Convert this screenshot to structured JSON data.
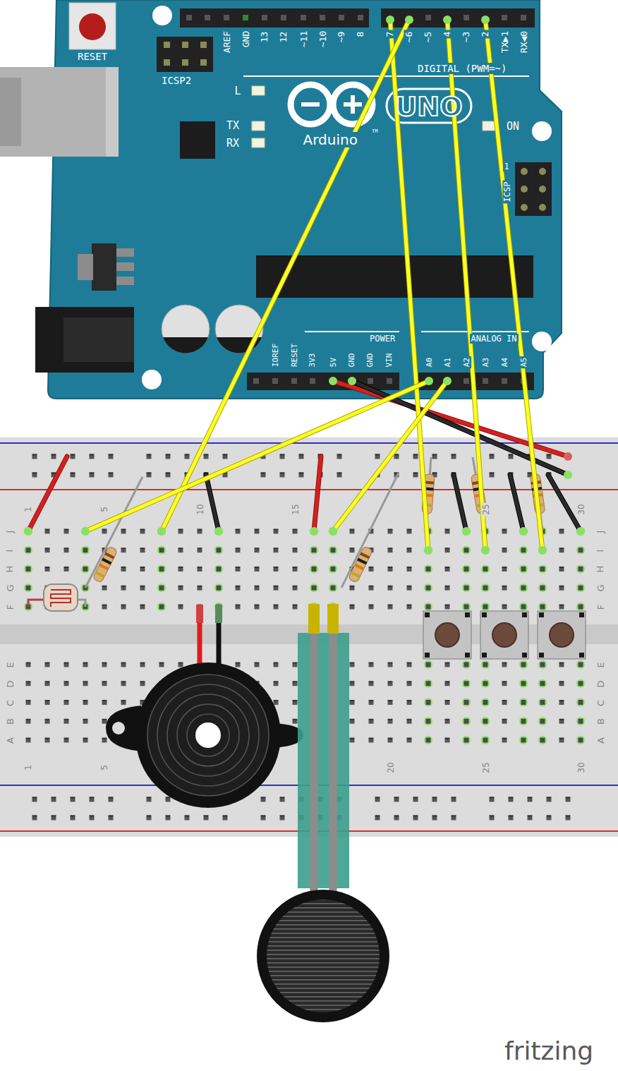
{
  "diagram": {
    "labels": [
      "RESET",
      "ICSP2",
      "AREF",
      "GND",
      "13",
      "12",
      "~11",
      "~10",
      "~9",
      "8",
      "7",
      "~6",
      "~5",
      "4",
      "~3",
      "2",
      "TX▶1",
      "RX◀0",
      "DIGITAL (PWM=~)",
      "L",
      "TX",
      "RX",
      "ON",
      "Arduino",
      "TM",
      "UNO",
      "1",
      "ICSP",
      "POWER",
      "ANALOG IN",
      "IOREF",
      "RESET",
      "3V3",
      "5V",
      "GND",
      "GND",
      "VIN",
      "A0",
      "A1",
      "A2",
      "A3",
      "A4",
      "A5",
      "1",
      "5",
      "10",
      "15",
      "25",
      "30",
      "J",
      "I",
      "H",
      "G",
      "F",
      "J",
      "I",
      "H",
      "G",
      "F",
      "E",
      "D",
      "C",
      "B",
      "A",
      "E",
      "D",
      "C",
      "B",
      "A",
      "1",
      "5",
      "20",
      "25",
      "30",
      "fritzing"
    ]
  }
}
